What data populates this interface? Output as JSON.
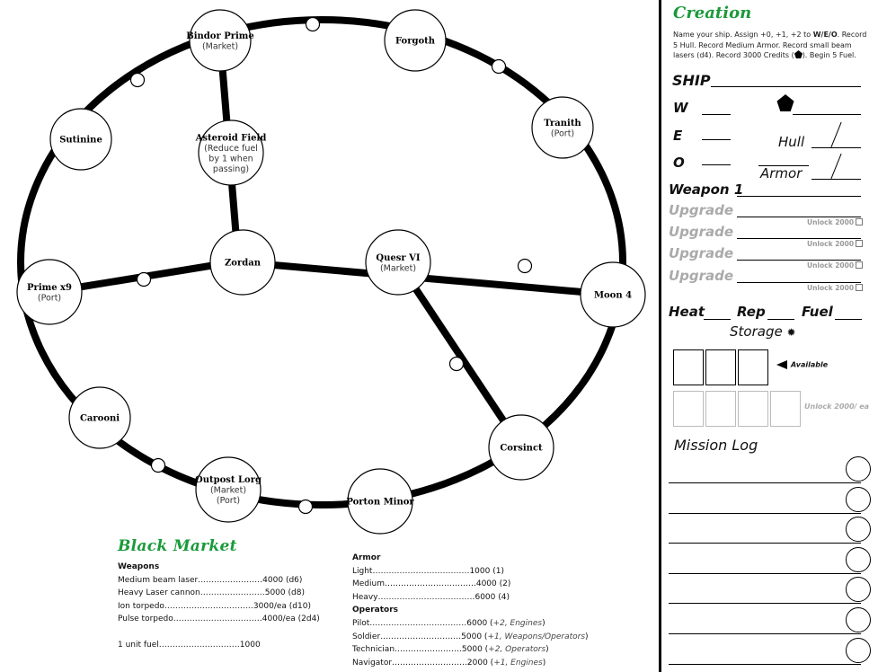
{
  "map": {
    "nodes": [
      {
        "id": "bindor",
        "name": "Bindor Prime",
        "sub": [
          "(Market)"
        ]
      },
      {
        "id": "forgoth",
        "name": "Forgoth",
        "sub": []
      },
      {
        "id": "tranith",
        "name": "Tranith",
        "sub": [
          "(Port)"
        ]
      },
      {
        "id": "sutinine",
        "name": "Sutinine",
        "sub": []
      },
      {
        "id": "asteroid",
        "name": "Asteroid Field",
        "sub": [
          "(Reduce fuel",
          "by 1 when",
          "passing)"
        ]
      },
      {
        "id": "zordan",
        "name": "Zordan",
        "sub": []
      },
      {
        "id": "quesr",
        "name": "Quesr VI",
        "sub": [
          "(Market)"
        ]
      },
      {
        "id": "moon4",
        "name": "Moon 4",
        "sub": []
      },
      {
        "id": "primex9",
        "name": "Prime x9",
        "sub": [
          "(Port)"
        ]
      },
      {
        "id": "carooni",
        "name": "Carooni",
        "sub": []
      },
      {
        "id": "corsinct",
        "name": "Corsinct",
        "sub": []
      },
      {
        "id": "outpost",
        "name": "Outpost Lorg",
        "sub": [
          "(Market)",
          "(Port)"
        ]
      },
      {
        "id": "porton",
        "name": "Porton Minor",
        "sub": []
      }
    ]
  },
  "black_market": {
    "title": "Black Market",
    "weapons_header": "Weapons",
    "weapons": [
      "Medium beam laser……………………4000 (d6)",
      "Heavy Laser cannon……………………5000 (d8)",
      "Ion torpedo……………………………3000/ea (d10)",
      "Pulse torpedo……………………………4000/ea (2d4)"
    ],
    "fuel": "1 unit fuel…………………………1000",
    "armor_header": "Armor",
    "armor": [
      "Light………………………………1000 (1)",
      "Medium…………………………….4000 (2)",
      "Heavy………………………………6000 (4)"
    ],
    "operators_header": "Operators",
    "operators": [
      {
        "main": "Pilot………………………………6000 (",
        "em": "+2, Engines",
        "end": ")"
      },
      {
        "main": "Soldier…………………………5000 (",
        "em": "+1,  Weapons/Operators",
        "end": ")"
      },
      {
        "main": "Technician…………………….5000 (",
        "em": "+2, Operators",
        "end": ")"
      },
      {
        "main": "Navigator……………………….2000 (",
        "em": "+1, Engines",
        "end": ")"
      }
    ]
  },
  "sheet": {
    "title": "Creation",
    "instructions_a": "Name your ship. Assign +0, +1, +2 to ",
    "instructions_bold": "W/E/O",
    "instructions_b": ".  Record 5 Hull. Record Medium Armor. Record small beam lasers (d4). Record 3000 Credits (",
    "instructions_c": "). Begin 5 Fuel.",
    "ship": "SHIP",
    "w": "W",
    "e": "E",
    "o": "O",
    "hull": "Hull",
    "armor": "Armor",
    "weapon1": "Weapon 1",
    "upgrade": "Upgrade",
    "unlock_2000": "Unlock 2000",
    "heat": "Heat",
    "rep": "Rep",
    "fuel": "Fuel",
    "storage": "Storage",
    "available": "Available",
    "unlock_ea": "Unlock 2000/ ea",
    "mission_log": "Mission Log"
  }
}
